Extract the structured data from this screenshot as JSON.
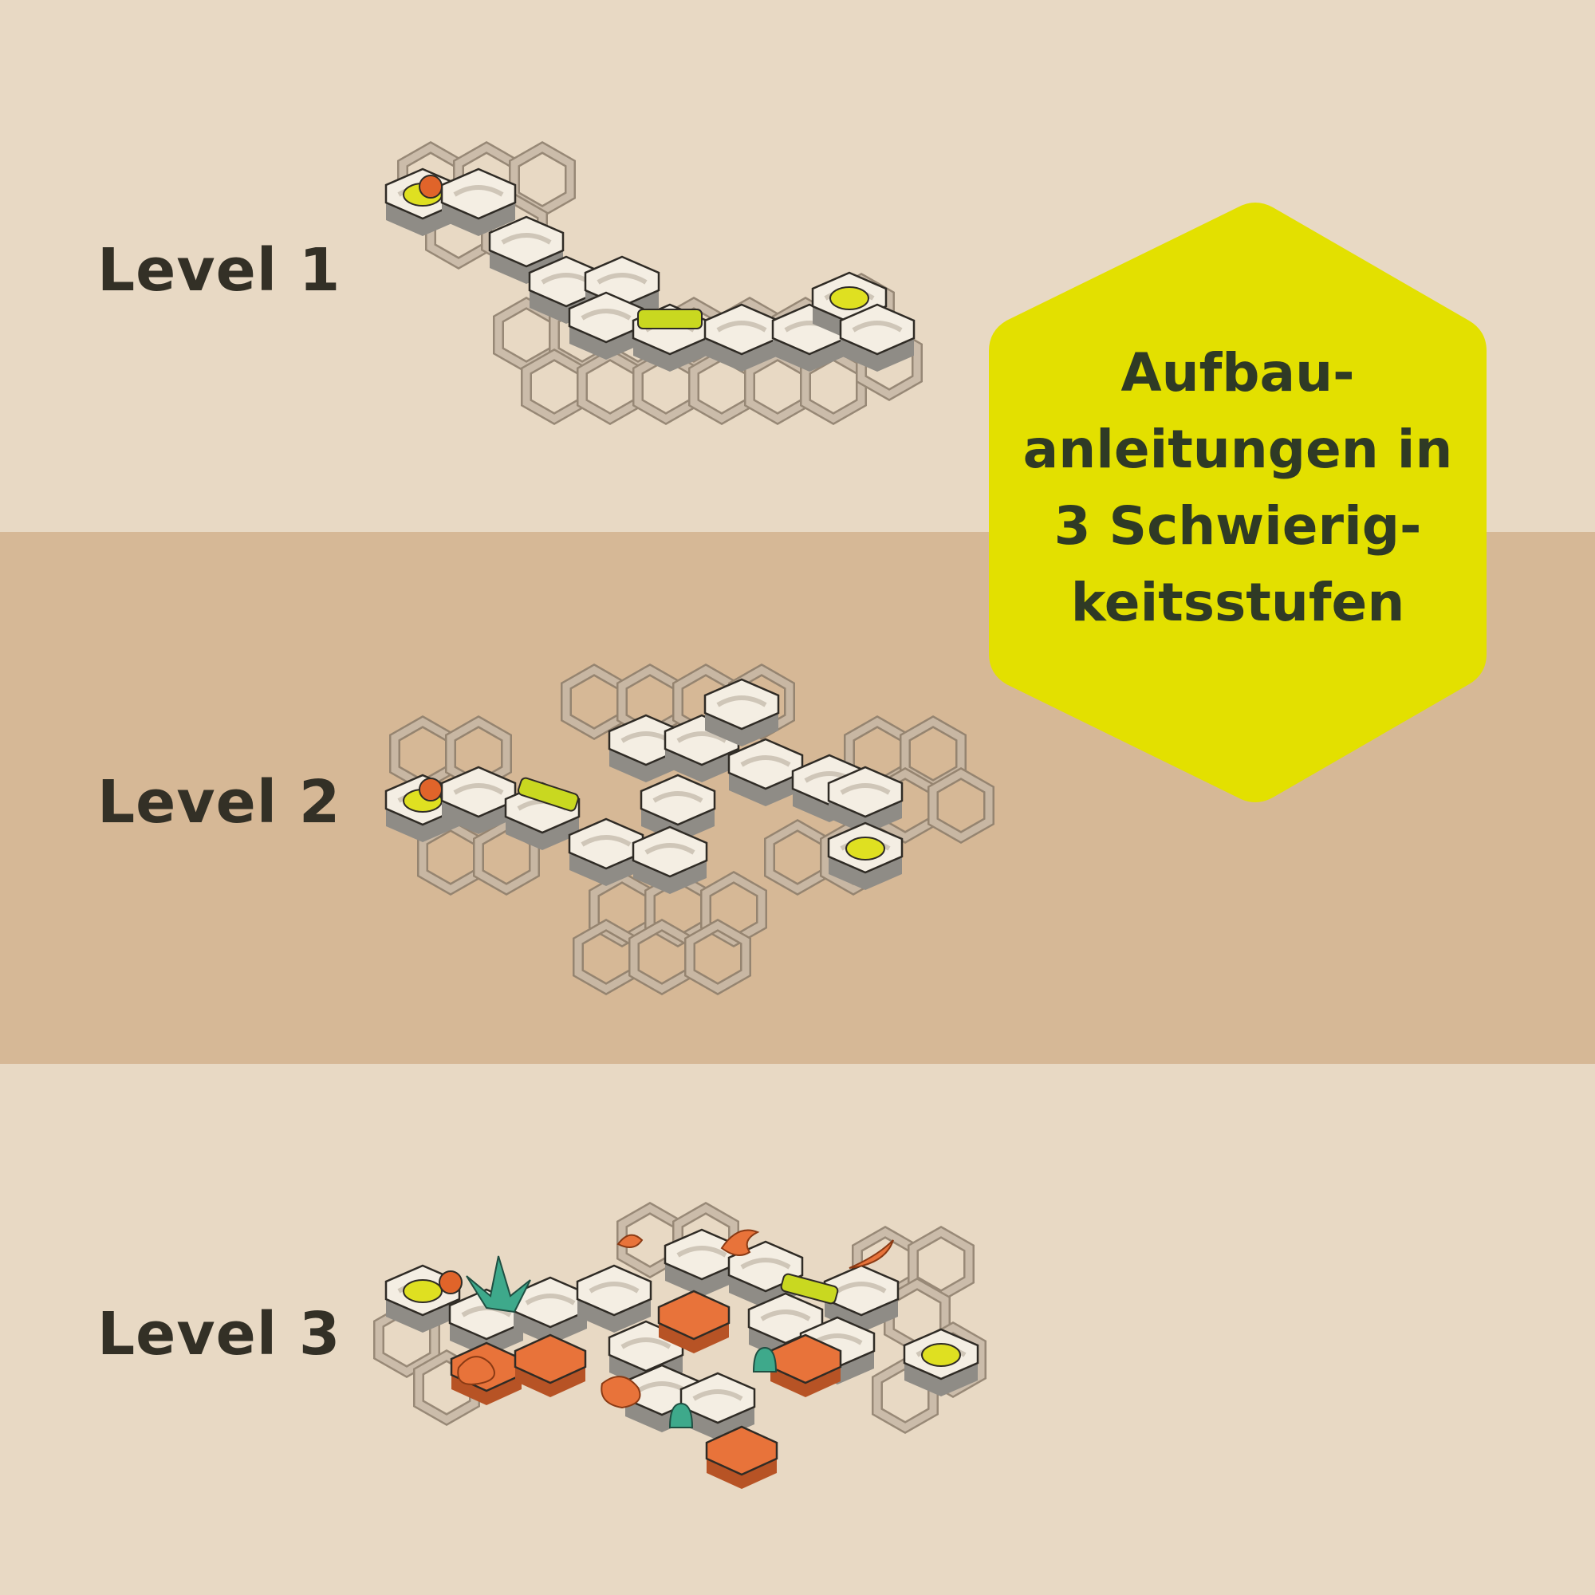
{
  "levels": [
    {
      "label": "Level 1"
    },
    {
      "label": "Level 2"
    },
    {
      "label": "Level 3"
    }
  ],
  "badge": {
    "lines": [
      "Aufbau-",
      "anleitungen in",
      "3 Schwierig-",
      "keitsstufen"
    ],
    "color": "#e3e000"
  },
  "colors": {
    "band_light": "#e8d9c4",
    "band_dark": "#d6b896",
    "text": "#333026",
    "tile": "#f3ece0",
    "tile_shadow": "#8a8781",
    "grid": "#bcae9c",
    "accent_yellow": "#dfe021",
    "marble": "#e0642a",
    "terrain_orange": "#e8733a",
    "plant_green": "#3ea98b"
  }
}
